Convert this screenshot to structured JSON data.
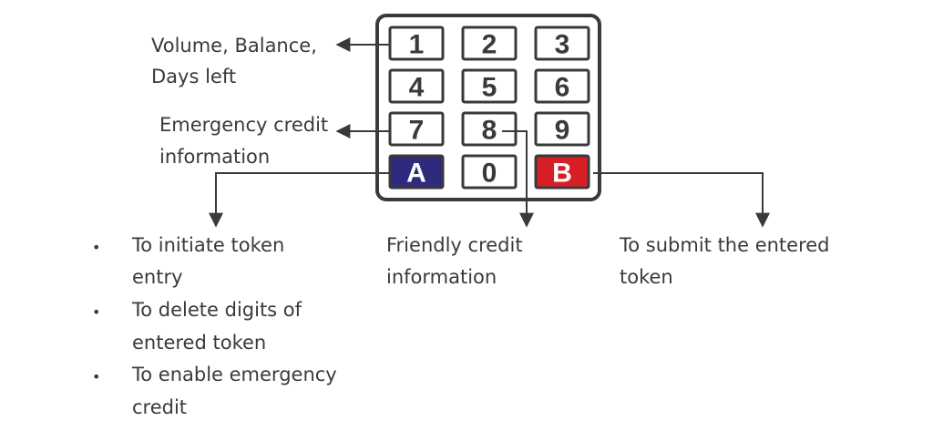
{
  "colors": {
    "outline": "#3a3a3a",
    "key_a_fill": "#2e2a7e",
    "key_b_fill": "#d91f26",
    "text": "#3a3a3a"
  },
  "keypad": {
    "keys": [
      "1",
      "2",
      "3",
      "4",
      "5",
      "6",
      "7",
      "8",
      "9",
      "A",
      "0",
      "B"
    ]
  },
  "annotations": {
    "key1": [
      "Volume, Balance,",
      "Days left"
    ],
    "key7": [
      "Emergency credit",
      "information"
    ],
    "key8": [
      "Friendly credit",
      "information"
    ],
    "keyB": [
      "To submit the entered",
      "token"
    ],
    "keyA": [
      [
        "To initiate token",
        "entry"
      ],
      [
        "To delete digits of",
        "entered token"
      ],
      [
        "To enable emergency",
        "credit"
      ]
    ]
  }
}
